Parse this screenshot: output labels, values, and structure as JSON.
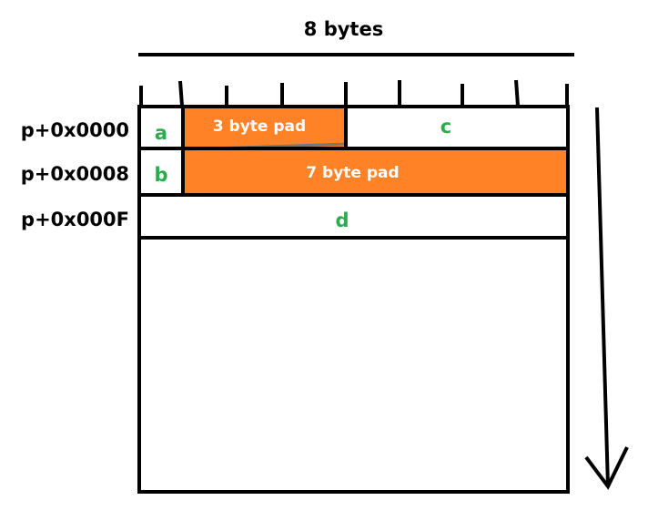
{
  "title": "8 bytes",
  "rows": [
    {
      "address": "p+0x0000"
    },
    {
      "address": "p+0x0008"
    },
    {
      "address": "p+0x000F"
    }
  ],
  "fields": {
    "a": "a",
    "b": "b",
    "c": "c",
    "d": "d"
  },
  "pads": {
    "row1": "3 byte pad",
    "row2": "7 byte pad"
  },
  "colors": {
    "field_text": "#2bab4b",
    "pad_fill": "#ff8227",
    "pad_text": "#ffffff",
    "line": "#000000",
    "pad_separator": "#777777"
  }
}
